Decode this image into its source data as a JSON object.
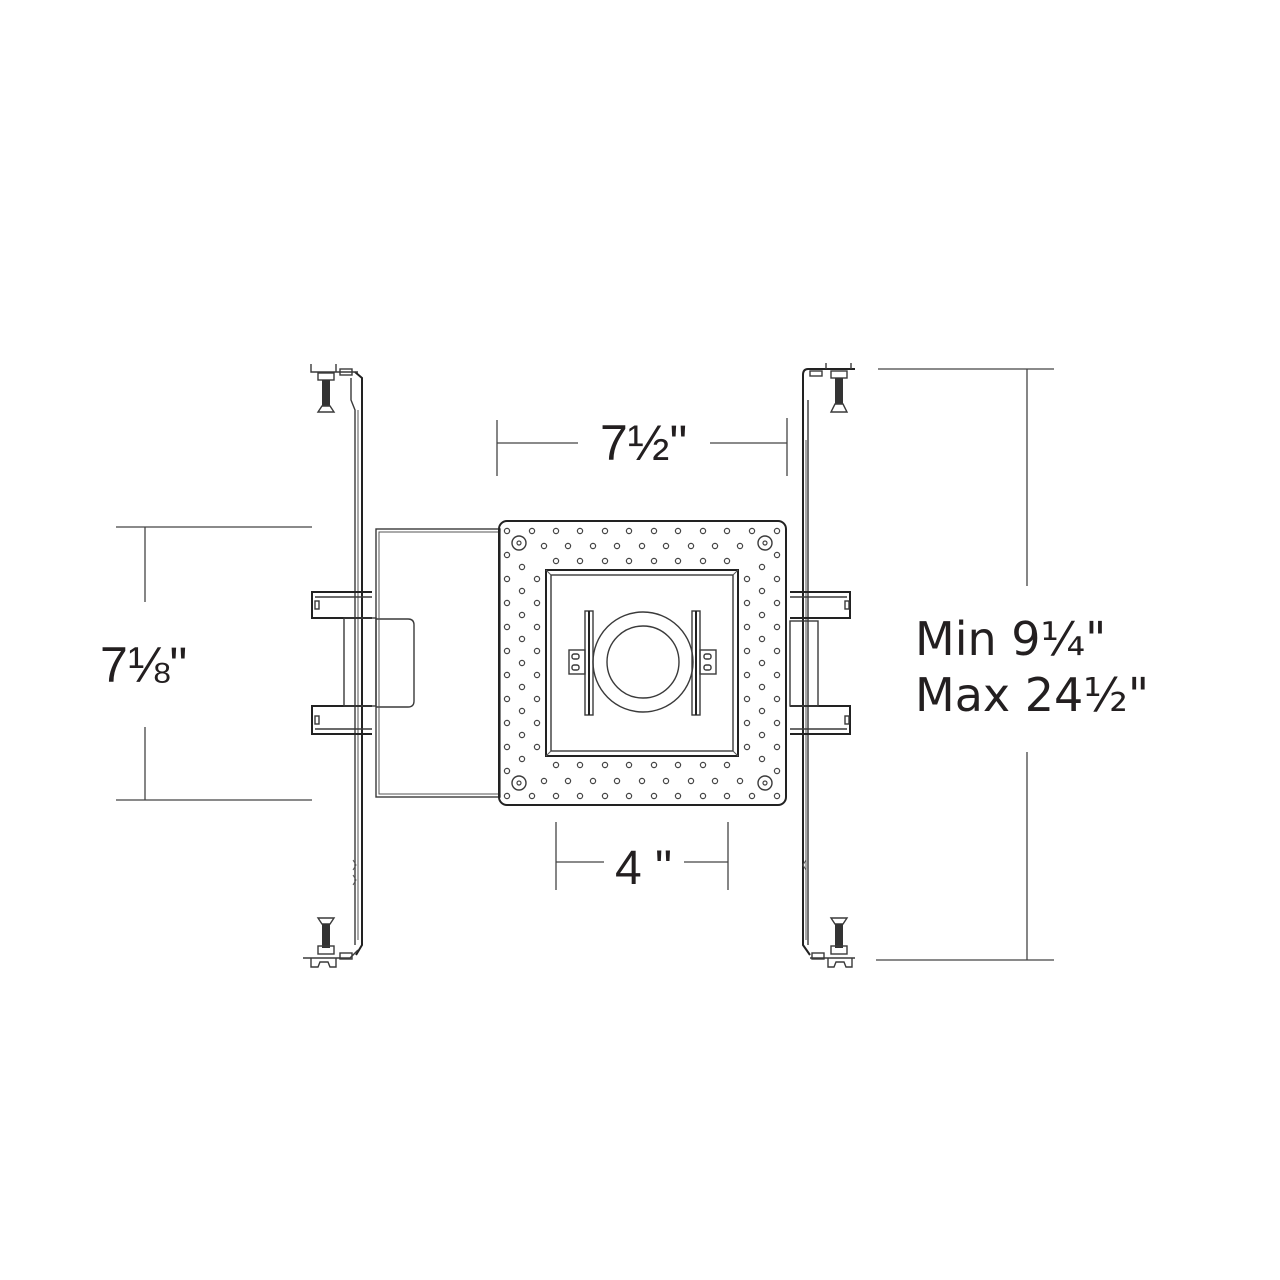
{
  "drawing": {
    "subject": "recessed light housing with adjustable hanger bars and square trimless plaster flange",
    "line_color": "#3a3a3a",
    "text_color": "#231f20",
    "background": "#ffffff"
  },
  "dimensions": {
    "flange_width": "7½\"",
    "housing_height": "7⅛\"",
    "aperture_width": "4 \"",
    "hanger_span": {
      "min": "Min 9¼\"",
      "max": "Max 24½\""
    }
  }
}
